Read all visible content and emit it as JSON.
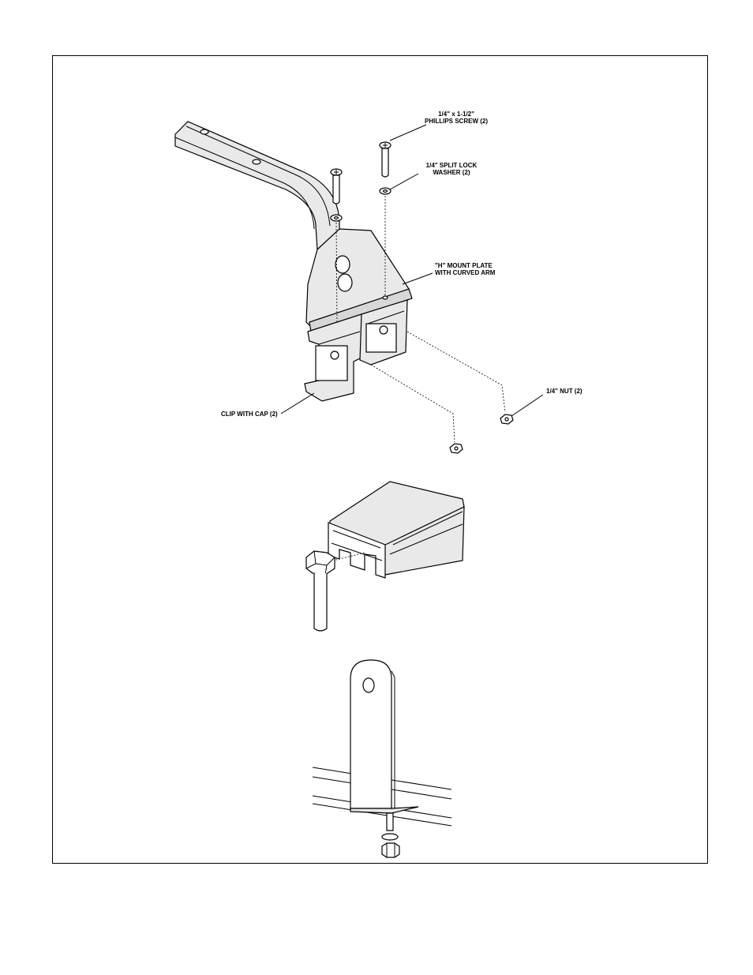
{
  "callouts": {
    "screw_line1": "1/4\" x 1-1/2\"",
    "screw_line2": "PHILLIPS SCREW (2)",
    "washer_line1": "1/4\" SPLIT LOCK",
    "washer_line2": "WASHER (2)",
    "plate_line1": "\"H\" MOUNT PLATE",
    "plate_line2": "WITH CURVED ARM",
    "nut": "1/4\" NUT (2)",
    "clip": "CLIP WITH CAP (2)"
  },
  "icons": [
    "phillips-screw-icon",
    "lock-washer-icon",
    "hex-nut-icon",
    "clip-with-cap-icon"
  ]
}
